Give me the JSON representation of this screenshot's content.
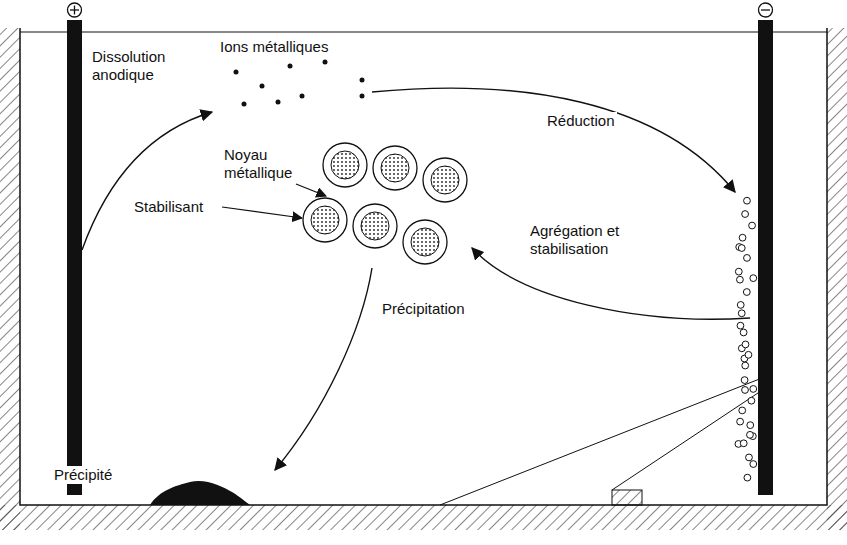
{
  "diagram": {
    "labels": [
      "Dissolution anodique",
      "Ions métalliques",
      "Réduction",
      "Noyau métallique",
      "Stabilisant",
      "Agrégation et stabilisation",
      "Précipitation",
      "Précipité"
    ]
  }
}
